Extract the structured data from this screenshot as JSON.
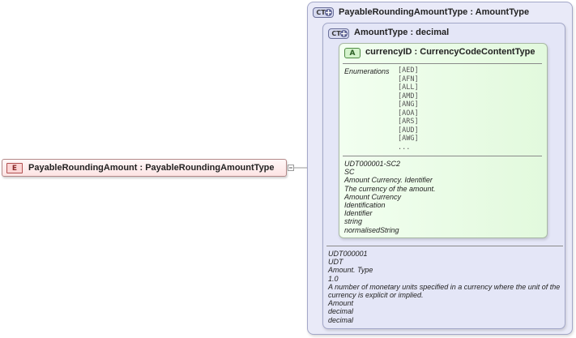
{
  "element": {
    "badge": "E",
    "label": "PayableRoundingAmount : PayableRoundingAmountType"
  },
  "outer_type": {
    "badge": "CT",
    "label": "PayableRoundingAmountType : AmountType"
  },
  "inner_type": {
    "badge": "CT",
    "label": "AmountType : decimal",
    "doc": [
      "UDT000001",
      "UDT",
      "Amount. Type",
      "1.0",
      "A number of monetary units specified in a currency where the unit of the currency is explicit or implied.",
      "Amount",
      "decimal",
      "decimal"
    ]
  },
  "attribute": {
    "badge": "A",
    "label": "currencyID : CurrencyCodeContentType",
    "enum_label": "Enumerations",
    "enumerations": [
      "[AED]",
      "[AFN]",
      "[ALL]",
      "[AMD]",
      "[ANG]",
      "[AOA]",
      "[ARS]",
      "[AUD]",
      "[AWG]",
      "..."
    ],
    "doc": [
      "UDT000001-SC2",
      "SC",
      "Amount Currency. Identifier",
      "The currency of the amount.",
      "Amount Currency",
      "Identification",
      "Identifier",
      "string",
      "normalisedString"
    ]
  }
}
